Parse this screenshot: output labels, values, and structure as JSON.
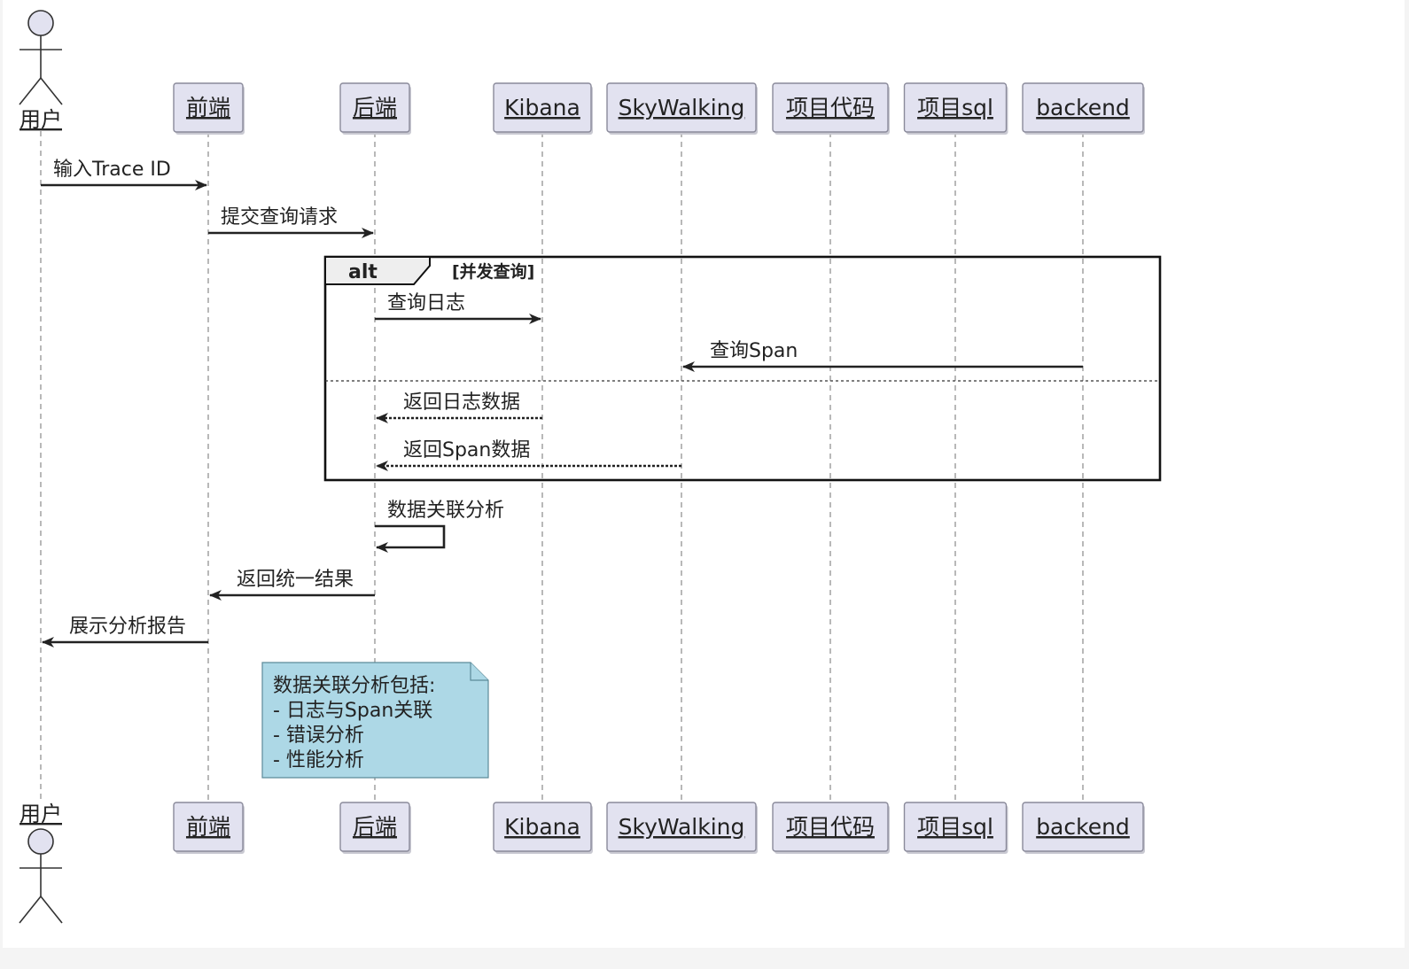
{
  "participants": [
    {
      "id": "user",
      "label": "用户",
      "kind": "actor"
    },
    {
      "id": "frontend",
      "label": "前端",
      "kind": "box"
    },
    {
      "id": "backend_cn",
      "label": "后端",
      "kind": "box"
    },
    {
      "id": "kibana",
      "label": "Kibana",
      "kind": "box"
    },
    {
      "id": "skywalking",
      "label": "SkyWalking",
      "kind": "box"
    },
    {
      "id": "project_code",
      "label": "项目代码",
      "kind": "box"
    },
    {
      "id": "project_sql",
      "label": "项目sql",
      "kind": "box"
    },
    {
      "id": "backend",
      "label": "backend",
      "kind": "box"
    }
  ],
  "messages": [
    {
      "id": "m1",
      "from": "user",
      "to": "frontend",
      "label": "输入Trace ID",
      "style": "solid"
    },
    {
      "id": "m2",
      "from": "frontend",
      "to": "backend_cn",
      "label": "提交查询请求",
      "style": "solid"
    },
    {
      "id": "m3",
      "from": "backend_cn",
      "to": "kibana",
      "label": "查询日志",
      "style": "solid"
    },
    {
      "id": "m4",
      "from": "backend",
      "to": "skywalking",
      "label": "查询Span",
      "style": "solid"
    },
    {
      "id": "m5",
      "from": "kibana",
      "to": "backend_cn",
      "label": "返回日志数据",
      "style": "dashed"
    },
    {
      "id": "m6",
      "from": "skywalking",
      "to": "backend_cn",
      "label": "返回Span数据",
      "style": "dashed"
    },
    {
      "id": "m7",
      "from": "backend_cn",
      "to": "backend_cn",
      "label": "数据关联分析",
      "style": "self"
    },
    {
      "id": "m8",
      "from": "backend_cn",
      "to": "frontend",
      "label": "返回统一结果",
      "style": "solid"
    },
    {
      "id": "m9",
      "from": "frontend",
      "to": "user",
      "label": "展示分析报告",
      "style": "solid"
    }
  ],
  "fragment": {
    "keyword": "alt",
    "condition": "[并发查询]"
  },
  "note": {
    "lines": [
      "数据关联分析包括:",
      "- 日志与Span关联",
      "- 错误分析",
      "- 性能分析"
    ]
  },
  "colors": {
    "participant_fill": "#e2e2f0",
    "participant_border": "#8a8a9a",
    "lifeline": "#8a8a8a",
    "arrow": "#222222",
    "note_fill": "#add8e6",
    "fragment_border": "#111111",
    "fragment_header_fill": "#eeeeee",
    "background": "#ffffff"
  }
}
